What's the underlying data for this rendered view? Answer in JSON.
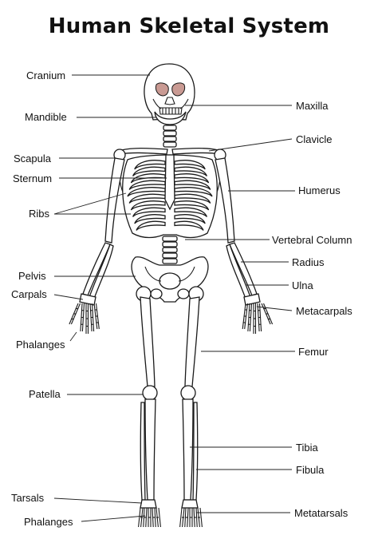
{
  "title": "Human Skeletal System",
  "colors": {
    "eye_socket": "#c99a93",
    "line": "#1a1a1a",
    "text": "#111111"
  },
  "labels": {
    "cranium": "Cranium",
    "mandible": "Mandible",
    "maxilla": "Maxilla",
    "clavicle": "Clavicle",
    "scapula": "Scapula",
    "sternum": "Sternum",
    "humerus": "Humerus",
    "ribs": "Ribs",
    "vertebral_column": "Vertebral Column",
    "radius": "Radius",
    "pelvis": "Pelvis",
    "ulna": "Ulna",
    "carpals": "Carpals",
    "metacarpals": "Metacarpals",
    "phalanges_hand": "Phalanges",
    "femur": "Femur",
    "patella": "Patella",
    "tibia": "Tibia",
    "fibula": "Fibula",
    "tarsals": "Tarsals",
    "metatarsals": "Metatarsals",
    "phalanges_foot": "Phalanges"
  }
}
